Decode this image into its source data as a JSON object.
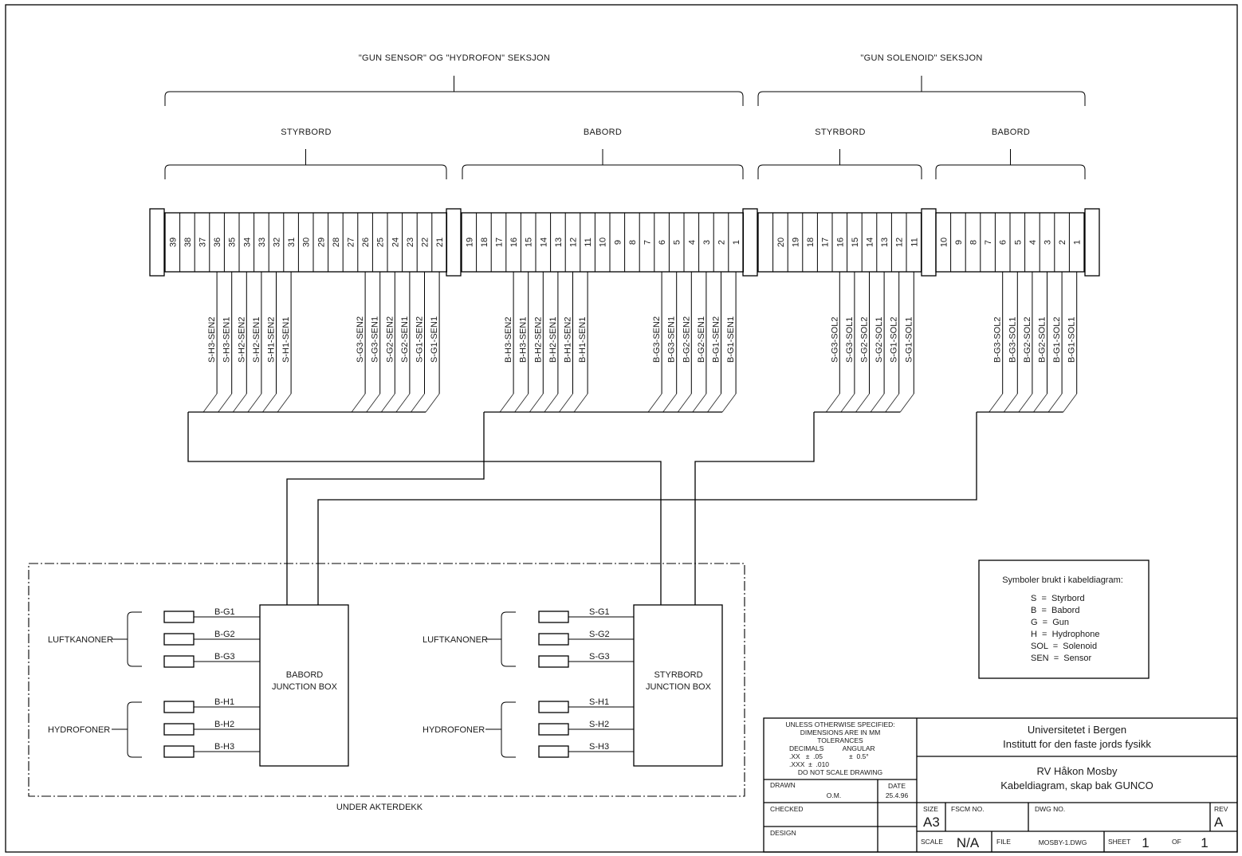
{
  "sections": [
    {
      "title": "\"GUN SENSOR\" OG \"HYDROFON\" SEKSJON",
      "subs": [
        {
          "label": "STYRBORD"
        },
        {
          "label": "BABORD"
        }
      ]
    },
    {
      "title": "\"GUN SOLENOID\" SEKSJON",
      "subs": [
        {
          "label": "STYRBORD"
        },
        {
          "label": "BABORD"
        }
      ]
    }
  ],
  "terminal_blocks": [
    {
      "name": "sensor-styrbord",
      "terminals": [
        "39",
        "38",
        "37",
        "36",
        "35",
        "34",
        "33",
        "32",
        "31",
        "30",
        "29",
        "28",
        "27",
        "26",
        "25",
        "24",
        "23",
        "22",
        "21"
      ],
      "wires": [
        {
          "terminal": "36",
          "label": "S-H3-SEN2"
        },
        {
          "terminal": "35",
          "label": "S-H3-SEN1"
        },
        {
          "terminal": "34",
          "label": "S-H2-SEN2"
        },
        {
          "terminal": "33",
          "label": "S-H2-SEN1"
        },
        {
          "terminal": "32",
          "label": "S-H1-SEN2"
        },
        {
          "terminal": "31",
          "label": "S-H1-SEN1"
        },
        {
          "terminal": "26",
          "label": "S-G3-SEN2"
        },
        {
          "terminal": "25",
          "label": "S-G3-SEN1"
        },
        {
          "terminal": "24",
          "label": "S-G2-SEN2"
        },
        {
          "terminal": "23",
          "label": "S-G2-SEN1"
        },
        {
          "terminal": "22",
          "label": "S-G1-SEN2"
        },
        {
          "terminal": "21",
          "label": "S-G1-SEN1"
        }
      ]
    },
    {
      "name": "sensor-babord",
      "terminals": [
        "19",
        "18",
        "17",
        "16",
        "15",
        "14",
        "13",
        "12",
        "11",
        "10",
        "9",
        "8",
        "7",
        "6",
        "5",
        "4",
        "3",
        "2",
        "1"
      ],
      "wires": [
        {
          "terminal": "16",
          "label": "B-H3-SEN2"
        },
        {
          "terminal": "15",
          "label": "B-H3-SEN1"
        },
        {
          "terminal": "14",
          "label": "B-H2-SEN2"
        },
        {
          "terminal": "13",
          "label": "B-H2-SEN1"
        },
        {
          "terminal": "12",
          "label": "B-H1-SEN2"
        },
        {
          "terminal": "11",
          "label": "B-H1-SEN1"
        },
        {
          "terminal": "6",
          "label": "B-G3-SEN2"
        },
        {
          "terminal": "5",
          "label": "B-G3-SEN1"
        },
        {
          "terminal": "4",
          "label": "B-G2-SEN2"
        },
        {
          "terminal": "3",
          "label": "B-G2-SEN1"
        },
        {
          "terminal": "2",
          "label": "B-G1-SEN2"
        },
        {
          "terminal": "1",
          "label": "B-G1-SEN1"
        }
      ]
    },
    {
      "name": "solenoid-styrbord",
      "terminals": [
        "",
        "20",
        "19",
        "18",
        "17",
        "16",
        "15",
        "14",
        "13",
        "12",
        "11"
      ],
      "wires": [
        {
          "terminal": "16",
          "label": "S-G3-SOL2"
        },
        {
          "terminal": "15",
          "label": "S-G3-SOL1"
        },
        {
          "terminal": "14",
          "label": "S-G2-SOL2"
        },
        {
          "terminal": "13",
          "label": "S-G2-SOL1"
        },
        {
          "terminal": "12",
          "label": "S-G1-SOL2"
        },
        {
          "terminal": "11",
          "label": "S-G1-SOL1"
        }
      ]
    },
    {
      "name": "solenoid-babord",
      "terminals": [
        "10",
        "9",
        "8",
        "7",
        "6",
        "5",
        "4",
        "3",
        "2",
        "1"
      ],
      "wires": [
        {
          "terminal": "6",
          "label": "B-G3-SOL2"
        },
        {
          "terminal": "5",
          "label": "B-G3-SOL1"
        },
        {
          "terminal": "4",
          "label": "B-G2-SOL2"
        },
        {
          "terminal": "3",
          "label": "B-G2-SOL1"
        },
        {
          "terminal": "2",
          "label": "B-G1-SOL2"
        },
        {
          "terminal": "1",
          "label": "B-G1-SOL1"
        }
      ]
    }
  ],
  "junction_area": {
    "label": "UNDER AKTERDEKK",
    "boxes": [
      {
        "line1": "BABORD",
        "line2": "JUNCTION BOX",
        "group1": "LUFTKANONER",
        "group2": "HYDROFONER",
        "devices": [
          "B-G1",
          "B-G2",
          "B-G3",
          "B-H1",
          "B-H2",
          "B-H3"
        ]
      },
      {
        "line1": "STYRBORD",
        "line2": "JUNCTION BOX",
        "group1": "LUFTKANONER",
        "group2": "HYDROFONER",
        "devices": [
          "S-G1",
          "S-G2",
          "S-G3",
          "S-H1",
          "S-H2",
          "S-H3"
        ]
      }
    ]
  },
  "legend": {
    "title": "Symboler brukt i kabeldiagram:",
    "items": [
      "S  =  Styrbord",
      "B  =  Babord",
      "G  =  Gun",
      "H  =  Hydrophone",
      "SOL  =  Solenoid",
      "SEN  =  Sensor"
    ]
  },
  "title_block": {
    "notes": [
      "UNLESS OTHERWISE SPECIFIED:",
      "DIMENSIONS ARE IN MM",
      "TOLERANCES",
      "DECIMALS          ANGULAR",
      ".XX   ±  .05              ±  0.5°",
      ".XXX  ±  .010",
      "DO  NOT  SCALE  DRAWING"
    ],
    "drawn_label": "DRAWN",
    "drawn_value": "O.M.",
    "date_label": "DATE",
    "date_value": "25.4.96",
    "checked_label": "CHECKED",
    "design_label": "DESIGN",
    "org_line1": "Universitetet i Bergen",
    "org_line2": "Institutt for den faste jords fysikk",
    "title_line1": "RV Håkon Mosby",
    "title_line2": "Kabeldiagram, skap bak GUNCO",
    "size_label": "SIZE",
    "size_value": "A3",
    "fscm_label": "FSCM NO.",
    "dwg_label": "DWG NO.",
    "rev_label": "REV",
    "rev_value": "A",
    "scale_label": "SCALE",
    "scale_value": "N/A",
    "file_label": "FILE",
    "file_value": "MOSBY-1.DWG",
    "sheet_label": "SHEET",
    "sheet_value": "1",
    "of_label": "OF",
    "of_value": "1"
  }
}
